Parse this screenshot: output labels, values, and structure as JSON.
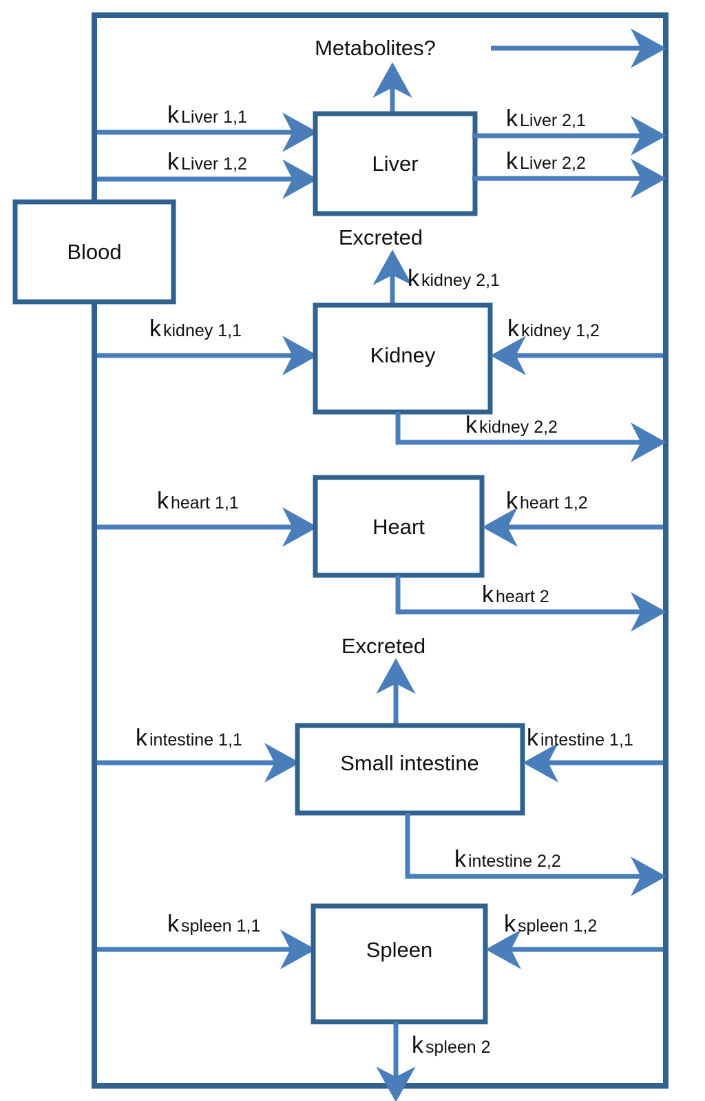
{
  "diagram": {
    "title": "Pharmacokinetic multi-compartment organ distribution diagram",
    "colors": {
      "box_border": "#31628f",
      "arrow": "#4a7ebb",
      "text": "#111111",
      "background": "#ffffff"
    },
    "central_compartment": {
      "label": "Blood"
    },
    "organs": [
      {
        "id": "liver",
        "label": "Liver"
      },
      {
        "id": "kidney",
        "label": "Kidney"
      },
      {
        "id": "heart",
        "label": "Heart"
      },
      {
        "id": "intestine",
        "label": "Small intestine"
      },
      {
        "id": "spleen",
        "label": "Spleen"
      }
    ],
    "fates": [
      {
        "id": "metabolites",
        "label": "Metabolites?"
      },
      {
        "id": "excreted-kidney",
        "label": "Excreted"
      },
      {
        "id": "excreted-intestine",
        "label": "Excreted"
      }
    ],
    "rates": [
      {
        "id": "liver-1-1",
        "k": "k",
        "sub": "Liver 1,1"
      },
      {
        "id": "liver-1-2",
        "k": "k",
        "sub": "Liver 1,2"
      },
      {
        "id": "liver-2-1",
        "k": "k",
        "sub": "Liver 2,1"
      },
      {
        "id": "liver-2-2",
        "k": "k",
        "sub": "Liver 2,2"
      },
      {
        "id": "kidney-2-1",
        "k": "k",
        "sub": "kidney 2,1"
      },
      {
        "id": "kidney-1-1",
        "k": "k",
        "sub": "kidney 1,1"
      },
      {
        "id": "kidney-1-2",
        "k": "k",
        "sub": "kidney 1,2"
      },
      {
        "id": "kidney-2-2",
        "k": "k",
        "sub": "kidney 2,2"
      },
      {
        "id": "heart-1-1",
        "k": "k",
        "sub": "heart 1,1"
      },
      {
        "id": "heart-1-2",
        "k": "k",
        "sub": "heart 1,2"
      },
      {
        "id": "heart-2",
        "k": "k",
        "sub": "heart 2"
      },
      {
        "id": "intestine-1-1-left",
        "k": "k",
        "sub": "intestine 1,1"
      },
      {
        "id": "intestine-1-1-right",
        "k": "k",
        "sub": "intestine 1,1"
      },
      {
        "id": "intestine-2-2",
        "k": "k",
        "sub": "intestine 2,2"
      },
      {
        "id": "spleen-1-1",
        "k": "k",
        "sub": "spleen 1,1"
      },
      {
        "id": "spleen-1-2",
        "k": "k",
        "sub": "spleen 1,2"
      },
      {
        "id": "spleen-2",
        "k": "k",
        "sub": "spleen 2"
      }
    ]
  }
}
